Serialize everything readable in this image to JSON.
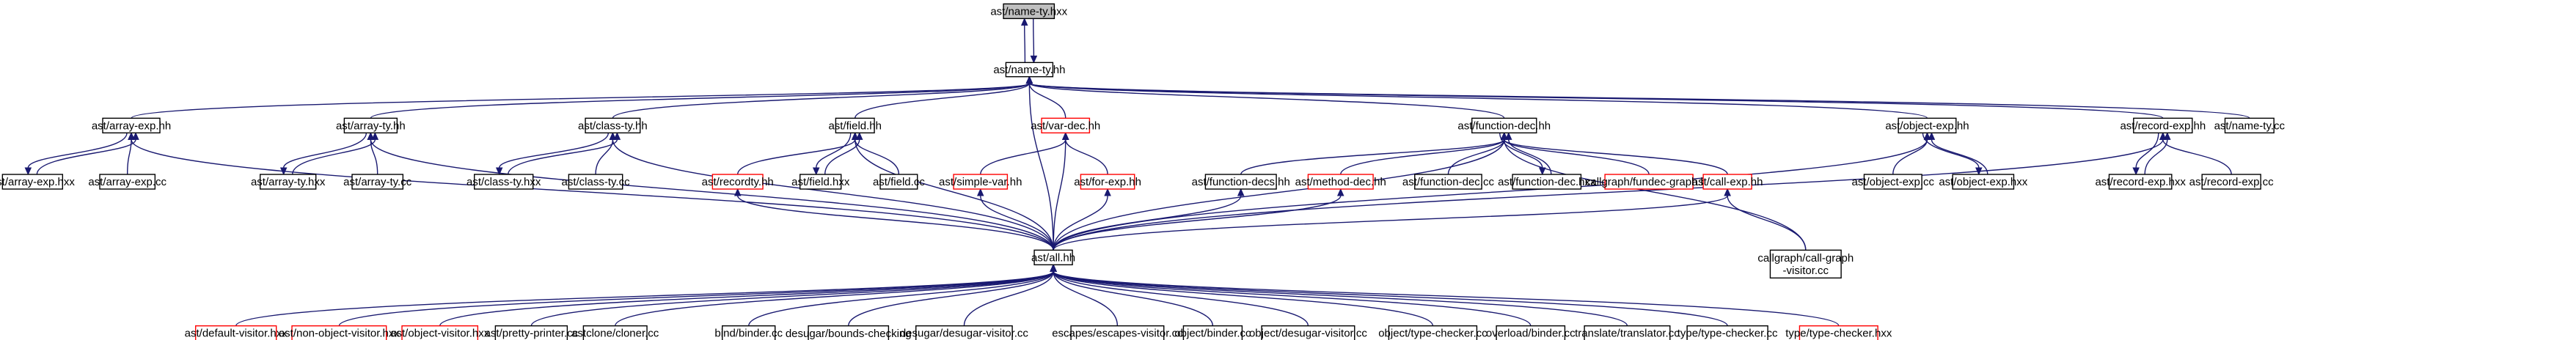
{
  "colors": {
    "edge": "#191970",
    "root_fill": "#bfbfbf",
    "node_border": "#000000",
    "undocumented_border": "#ff0000",
    "background": "#ffffff"
  },
  "nodes": [
    {
      "id": "name-ty-hxx",
      "lines": [
        "ast/name-ty.hxx"
      ],
      "style": "root"
    },
    {
      "id": "name-ty-hh",
      "lines": [
        "ast/name-ty.hh"
      ],
      "style": "normal"
    },
    {
      "id": "array-exp-hh",
      "lines": [
        "ast/array-exp.hh"
      ],
      "style": "normal"
    },
    {
      "id": "array-ty-hh",
      "lines": [
        "ast/array-ty.hh"
      ],
      "style": "normal"
    },
    {
      "id": "class-ty-hh",
      "lines": [
        "ast/class-ty.hh"
      ],
      "style": "normal"
    },
    {
      "id": "field-hh",
      "lines": [
        "ast/field.hh"
      ],
      "style": "normal"
    },
    {
      "id": "var-dec-hh",
      "lines": [
        "ast/var-dec.hh"
      ],
      "style": "red"
    },
    {
      "id": "function-dec-hh",
      "lines": [
        "ast/function-dec.hh"
      ],
      "style": "normal"
    },
    {
      "id": "object-exp-hh",
      "lines": [
        "ast/object-exp.hh"
      ],
      "style": "normal"
    },
    {
      "id": "record-exp-hh",
      "lines": [
        "ast/record-exp.hh"
      ],
      "style": "normal"
    },
    {
      "id": "name-ty-cc",
      "lines": [
        "ast/name-ty.cc"
      ],
      "style": "normal"
    },
    {
      "id": "array-exp-hxx",
      "lines": [
        "ast/array-exp.hxx"
      ],
      "style": "normal"
    },
    {
      "id": "array-exp-cc",
      "lines": [
        "ast/array-exp.cc"
      ],
      "style": "normal"
    },
    {
      "id": "array-ty-hxx",
      "lines": [
        "ast/array-ty.hxx"
      ],
      "style": "normal"
    },
    {
      "id": "array-ty-cc",
      "lines": [
        "ast/array-ty.cc"
      ],
      "style": "normal"
    },
    {
      "id": "class-ty-hxx",
      "lines": [
        "ast/class-ty.hxx"
      ],
      "style": "normal"
    },
    {
      "id": "class-ty-cc",
      "lines": [
        "ast/class-ty.cc"
      ],
      "style": "normal"
    },
    {
      "id": "recordty-hh",
      "lines": [
        "ast/recordty.hh"
      ],
      "style": "red"
    },
    {
      "id": "field-hxx",
      "lines": [
        "ast/field.hxx"
      ],
      "style": "normal"
    },
    {
      "id": "field-cc",
      "lines": [
        "ast/field.cc"
      ],
      "style": "normal"
    },
    {
      "id": "simple-var-hh",
      "lines": [
        "ast/simple-var.hh"
      ],
      "style": "red"
    },
    {
      "id": "for-exp-hh",
      "lines": [
        "ast/for-exp.hh"
      ],
      "style": "red"
    },
    {
      "id": "function-decs-hh",
      "lines": [
        "ast/function-decs.hh"
      ],
      "style": "normal"
    },
    {
      "id": "method-dec-hh",
      "lines": [
        "ast/method-dec.hh"
      ],
      "style": "red"
    },
    {
      "id": "function-dec-cc",
      "lines": [
        "ast/function-dec.cc"
      ],
      "style": "normal"
    },
    {
      "id": "function-dec-hxx",
      "lines": [
        "ast/function-dec.hxx"
      ],
      "style": "normal"
    },
    {
      "id": "fundec-graph-hh",
      "lines": [
        "callgraph/fundec-graph.hh"
      ],
      "style": "red"
    },
    {
      "id": "call-exp-hh",
      "lines": [
        "ast/call-exp.hh"
      ],
      "style": "red"
    },
    {
      "id": "object-exp-cc",
      "lines": [
        "ast/object-exp.cc"
      ],
      "style": "normal"
    },
    {
      "id": "object-exp-hxx",
      "lines": [
        "ast/object-exp.hxx"
      ],
      "style": "normal"
    },
    {
      "id": "record-exp-hxx",
      "lines": [
        "ast/record-exp.hxx"
      ],
      "style": "normal"
    },
    {
      "id": "record-exp-cc",
      "lines": [
        "ast/record-exp.cc"
      ],
      "style": "normal"
    },
    {
      "id": "all-hh",
      "lines": [
        "ast/all.hh"
      ],
      "style": "normal"
    },
    {
      "id": "call-graph-visitor-cc",
      "lines": [
        "callgraph/call-graph",
        "-visitor.cc"
      ],
      "style": "normal"
    },
    {
      "id": "default-visitor-hxx",
      "lines": [
        "ast/default-visitor.hxx"
      ],
      "style": "red"
    },
    {
      "id": "non-object-visitor-hxx",
      "lines": [
        "ast/non-object-visitor.hxx"
      ],
      "style": "red"
    },
    {
      "id": "object-visitor-hxx",
      "lines": [
        "ast/object-visitor.hxx"
      ],
      "style": "red"
    },
    {
      "id": "pretty-printer-cc",
      "lines": [
        "ast/pretty-printer.cc"
      ],
      "style": "normal"
    },
    {
      "id": "cloner-cc",
      "lines": [
        "astclone/cloner.cc"
      ],
      "style": "normal"
    },
    {
      "id": "bind-binder-cc",
      "lines": [
        "bind/binder.cc"
      ],
      "style": "normal"
    },
    {
      "id": "bounds-checking-visitor-cc",
      "lines": [
        "desugar/bounds-checking",
        "-visitor.cc"
      ],
      "style": "normal"
    },
    {
      "id": "desugar-visitor-cc",
      "lines": [
        "desugar/desugar-visitor.cc"
      ],
      "style": "normal"
    },
    {
      "id": "escapes-visitor-cc",
      "lines": [
        "escapes/escapes-visitor.cc"
      ],
      "style": "normal"
    },
    {
      "id": "object-binder-cc",
      "lines": [
        "object/binder.cc"
      ],
      "style": "normal"
    },
    {
      "id": "object-desugar-visitor-cc",
      "lines": [
        "object/desugar-visitor.cc"
      ],
      "style": "normal"
    },
    {
      "id": "object-type-checker-cc",
      "lines": [
        "object/type-checker.cc"
      ],
      "style": "normal"
    },
    {
      "id": "overload-binder-cc",
      "lines": [
        "overload/binder.cc"
      ],
      "style": "normal"
    },
    {
      "id": "translator-cc",
      "lines": [
        "translate/translator.cc"
      ],
      "style": "normal"
    },
    {
      "id": "type-checker-cc",
      "lines": [
        "type/type-checker.cc"
      ],
      "style": "normal"
    },
    {
      "id": "type-checker-hxx",
      "lines": [
        "type/type-checker.hxx"
      ],
      "style": "red"
    }
  ],
  "edges": [
    [
      "name-ty-hh",
      "name-ty-hxx"
    ],
    [
      "name-ty-hxx",
      "name-ty-hh"
    ],
    [
      "array-exp-hh",
      "name-ty-hh"
    ],
    [
      "array-ty-hh",
      "name-ty-hh"
    ],
    [
      "class-ty-hh",
      "name-ty-hh"
    ],
    [
      "field-hh",
      "name-ty-hh"
    ],
    [
      "var-dec-hh",
      "name-ty-hh"
    ],
    [
      "function-dec-hh",
      "name-ty-hh"
    ],
    [
      "object-exp-hh",
      "name-ty-hh"
    ],
    [
      "record-exp-hh",
      "name-ty-hh"
    ],
    [
      "name-ty-cc",
      "name-ty-hh"
    ],
    [
      "all-hh",
      "name-ty-hh"
    ],
    [
      "array-exp-hxx",
      "array-exp-hh"
    ],
    [
      "array-exp-hh",
      "array-exp-hxx"
    ],
    [
      "array-exp-cc",
      "array-exp-hh"
    ],
    [
      "all-hh",
      "array-exp-hh"
    ],
    [
      "array-ty-hxx",
      "array-ty-hh"
    ],
    [
      "array-ty-hh",
      "array-ty-hxx"
    ],
    [
      "array-ty-cc",
      "array-ty-hh"
    ],
    [
      "all-hh",
      "array-ty-hh"
    ],
    [
      "class-ty-hxx",
      "class-ty-hh"
    ],
    [
      "class-ty-hh",
      "class-ty-hxx"
    ],
    [
      "class-ty-cc",
      "class-ty-hh"
    ],
    [
      "all-hh",
      "class-ty-hh"
    ],
    [
      "recordty-hh",
      "field-hh"
    ],
    [
      "field-hxx",
      "field-hh"
    ],
    [
      "field-hh",
      "field-hxx"
    ],
    [
      "field-cc",
      "field-hh"
    ],
    [
      "all-hh",
      "field-hh"
    ],
    [
      "all-hh",
      "recordty-hh"
    ],
    [
      "simple-var-hh",
      "var-dec-hh"
    ],
    [
      "for-exp-hh",
      "var-dec-hh"
    ],
    [
      "all-hh",
      "var-dec-hh"
    ],
    [
      "all-hh",
      "simple-var-hh"
    ],
    [
      "all-hh",
      "for-exp-hh"
    ],
    [
      "function-decs-hh",
      "function-dec-hh"
    ],
    [
      "method-dec-hh",
      "function-dec-hh"
    ],
    [
      "function-dec-cc",
      "function-dec-hh"
    ],
    [
      "function-dec-hxx",
      "function-dec-hh"
    ],
    [
      "function-dec-hh",
      "function-dec-hxx"
    ],
    [
      "fundec-graph-hh",
      "function-dec-hh"
    ],
    [
      "call-exp-hh",
      "function-dec-hh"
    ],
    [
      "call-graph-visitor-cc",
      "function-dec-hh"
    ],
    [
      "all-hh",
      "function-dec-hh"
    ],
    [
      "all-hh",
      "function-decs-hh"
    ],
    [
      "all-hh",
      "method-dec-hh"
    ],
    [
      "all-hh",
      "call-exp-hh"
    ],
    [
      "call-graph-visitor-cc",
      "call-exp-hh"
    ],
    [
      "object-exp-cc",
      "object-exp-hh"
    ],
    [
      "object-exp-hxx",
      "object-exp-hh"
    ],
    [
      "object-exp-hh",
      "object-exp-hxx"
    ],
    [
      "all-hh",
      "object-exp-hh"
    ],
    [
      "record-exp-hxx",
      "record-exp-hh"
    ],
    [
      "record-exp-hh",
      "record-exp-hxx"
    ],
    [
      "record-exp-cc",
      "record-exp-hh"
    ],
    [
      "all-hh",
      "record-exp-hh"
    ],
    [
      "default-visitor-hxx",
      "all-hh"
    ],
    [
      "non-object-visitor-hxx",
      "all-hh"
    ],
    [
      "object-visitor-hxx",
      "all-hh"
    ],
    [
      "pretty-printer-cc",
      "all-hh"
    ],
    [
      "cloner-cc",
      "all-hh"
    ],
    [
      "bind-binder-cc",
      "all-hh"
    ],
    [
      "bounds-checking-visitor-cc",
      "all-hh"
    ],
    [
      "desugar-visitor-cc",
      "all-hh"
    ],
    [
      "escapes-visitor-cc",
      "all-hh"
    ],
    [
      "object-binder-cc",
      "all-hh"
    ],
    [
      "object-desugar-visitor-cc",
      "all-hh"
    ],
    [
      "object-type-checker-cc",
      "all-hh"
    ],
    [
      "overload-binder-cc",
      "all-hh"
    ],
    [
      "translator-cc",
      "all-hh"
    ],
    [
      "type-checker-cc",
      "all-hh"
    ],
    [
      "type-checker-hxx",
      "all-hh"
    ]
  ]
}
